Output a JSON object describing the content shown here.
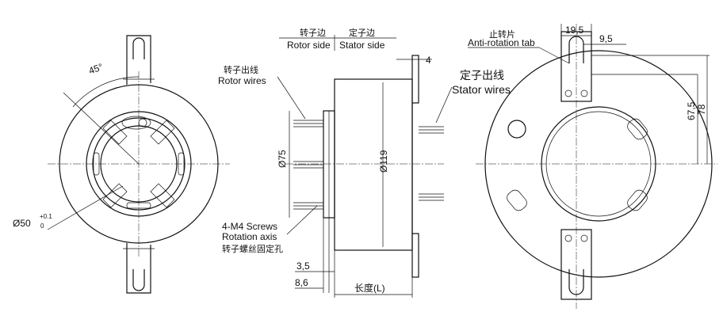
{
  "labels": {
    "rotor_side_cn": "转子边",
    "rotor_side": "Rotor side",
    "stator_side_cn": "定子边",
    "stator_side": "Stator side",
    "rotor_wires_cn": "转子出线",
    "rotor_wires": "Rotor wires",
    "stator_wires_cn": "定子出线",
    "stator_wires": "Stator wires",
    "anti_rotation_cn": "止转片",
    "anti_rotation": "Anti-rotation tab",
    "screws": "4-M4 Screws",
    "rotation_axis": "Rotation axis",
    "screws_cn": "转子螺丝固定孔",
    "length": "长度(L)"
  },
  "dimensions": {
    "angle": "45°",
    "bore": "Ø50",
    "bore_tol_upper": "+0.1",
    "bore_tol_lower": "0",
    "d75": "Ø75",
    "d119": "Ø119",
    "flange": "4",
    "d3_5": "3,5",
    "d8_6": "8,6",
    "tab_width": "19,5",
    "tab_slot": "9,5",
    "h67_5": "67,5",
    "h78": "78"
  }
}
